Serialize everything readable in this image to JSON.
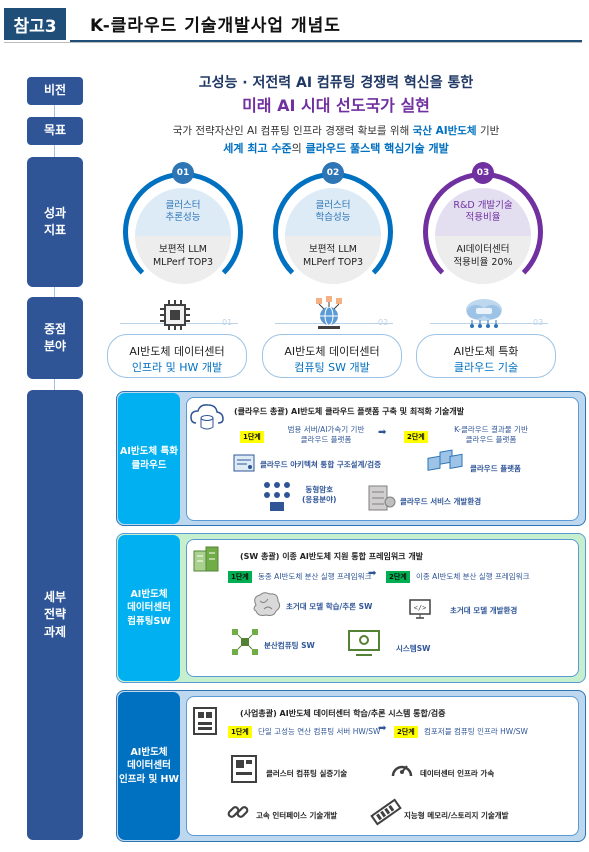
{
  "header": {
    "badge": "참고3",
    "title": "K-클라우드 기술개발사업 개념도"
  },
  "sidebar": {
    "vision": "비전",
    "goal": "목표",
    "results": "성과\n지표",
    "focus": "중점\n분야",
    "detail": "세부\n전략\n과제"
  },
  "vision": {
    "line1": "고성능 · 저전력 AI 컴퓨팅 경쟁력 혁신을 통한",
    "line2": "미래 AI 시대 선도국가 실현"
  },
  "goal": {
    "line1_pre": "국가 전략자산인 AI 컴퓨팅 인프라 경쟁력 확보를 위해",
    "line1_em": "국산 AI반도체",
    "line1_post": "기반",
    "line2_a": "세계 최고 수준",
    "line2_b": "의",
    "line2_c": "클라우드 풀스택 핵심기술 개발"
  },
  "results": [
    {
      "num": "01",
      "top": "클러스터\n추론성능",
      "bottom": "보편적 LLM\nMLPerf TOP3"
    },
    {
      "num": "02",
      "top": "클러스터\n학습성능",
      "bottom": "보편적 LLM\nMLPerf TOP3"
    },
    {
      "num": "03",
      "top": "R&D 개발기술\n적용비율",
      "bottom": "AI데이터센터\n적용비율 20%"
    }
  ],
  "focus": [
    {
      "num": "01",
      "l1": "AI반도체 데이터센터",
      "l2": "인프라 및 HW 개발",
      "icon": "chip-icon"
    },
    {
      "num": "02",
      "l1": "AI반도체 데이터센터",
      "l2": "컴퓨팅 SW 개발",
      "icon": "network-icon"
    },
    {
      "num": "03",
      "l1": "AI반도체 특화",
      "l2": "클라우드 기술",
      "icon": "cloud-icon"
    }
  ],
  "panels": {
    "cloud": {
      "label": "AI반도체 특화\n클라우드",
      "title": "(클라우드 총괄) AI반도체 클라우드 플랫폼 구축 및 최적화 기술개발",
      "stage1": "1단계",
      "stage1_text": "범용 서버/AI가속기 기반\n클라우드 플랫폼",
      "stage2": "2단계",
      "stage2_text": "K-클라우드 결과물 기반\n클라우드 플랫폼",
      "item1": "클라우드 아키텍쳐 통합 구조설계/검증",
      "item2": "클라우드 플랫폼",
      "item3": "동형암호\n(응용분야)",
      "item4": "클라우드 서비스 개발환경"
    },
    "sw": {
      "label": "AI반도체\n데이터센터\n컴퓨팅SW",
      "title": "(SW 총괄) 이종 AI반도체 지원 통합 프레임워크 개발",
      "stage1": "1단계",
      "stage1_text": "동종 AI반도체 분산 실행 프레임워크",
      "stage2": "2단계",
      "stage2_text": "이종 AI반도체 분산 실행 프레임워크",
      "item1": "초거대 모델 학습/추론 SW",
      "item2": "초거대 모델 개발환경",
      "item3": "분산컴퓨팅 SW",
      "item4": "시스템SW"
    },
    "hw": {
      "label": "AI반도체\n데이터센터\n인프라 및 HW",
      "title": "(사업총괄) AI반도체 데이터센터 학습/추론 시스템 통합/검증",
      "stage1": "1단계",
      "stage1_text": "단일 고성능 연산 컴퓨팅 서버 HW/SW",
      "stage2": "2단계",
      "stage2_text": "컴포저블 컴퓨팅 인프라 HW/SW",
      "item1": "클러스터 컴퓨팅 실증기술",
      "item2": "데이터센터 인프라 가속",
      "item3": "고속 인터페이스 기술개발",
      "item4": "지능형 메모리/스토리지 기술개발"
    }
  },
  "colors": {
    "primary": "#2f5597",
    "accent": "#0070c0",
    "purple": "#7030a0",
    "stage1": "#ffff00",
    "stage2": "#00b050"
  }
}
